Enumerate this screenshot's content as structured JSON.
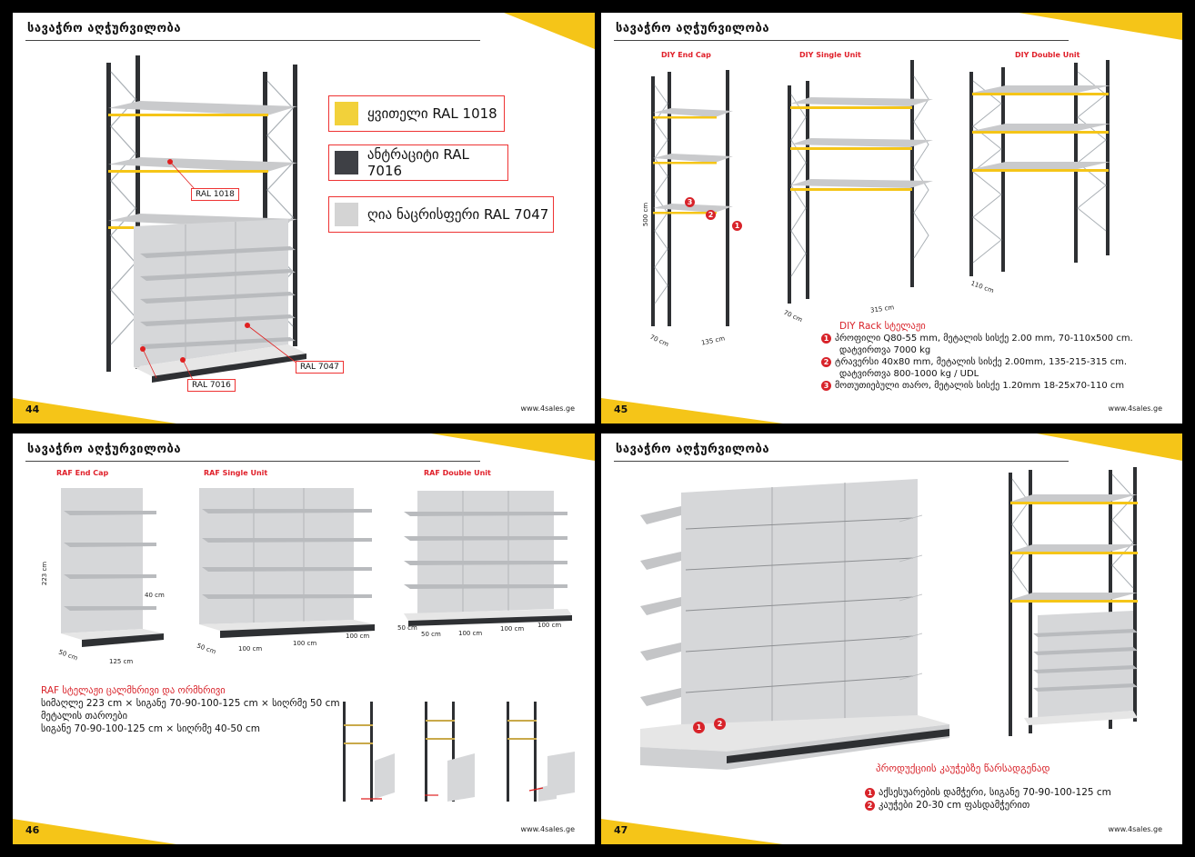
{
  "pages": {
    "p44": {
      "title": "სავაჭრო აღჭურვილობა",
      "page_number": "44",
      "url": "www.4sales.ge",
      "swatches": [
        {
          "label": "ყვითელი RAL 1018",
          "color": "#f2d13a"
        },
        {
          "label": "ანტრაციტი RAL 7016",
          "color": "#3e4045"
        },
        {
          "label": "ღია ნაცრისფერი RAL 7047",
          "color": "#d4d4d4"
        }
      ],
      "tags": [
        "RAL 1018",
        "RAL 7016",
        "RAL 7047"
      ]
    },
    "p45": {
      "title": "სავაჭრო აღჭურვილობა",
      "page_number": "45",
      "url": "www.4sales.ge",
      "unit_labels": [
        "DIY End Cap",
        "DIY Single Unit",
        "DIY Double Unit"
      ],
      "dims": [
        "500 cm",
        "70 cm",
        "135 cm",
        "315 cm",
        "70 cm",
        "110 cm"
      ],
      "spec_title": "DIY Rack სტელაჟი",
      "spec_lines": [
        {
          "num": "1",
          "line1": "პროფილი Q80-55 mm, მეტალის სისქე 2.00 mm, 70-110x500 cm.",
          "line2": "დატვირთვა 7000 kg"
        },
        {
          "num": "2",
          "line1": "ტრავერსი 40x80 mm, მეტალის სისქე 2.00mm, 135-215-315 cm.",
          "line2": "დატვირთვა 800-1000 kg / UDL"
        },
        {
          "num": "3",
          "line1": "მოთუთიებული თარო, მეტალის სისქე 1.20mm 18-25x70-110 cm",
          "line2": ""
        }
      ],
      "callouts": [
        "3",
        "2",
        "1"
      ]
    },
    "p46": {
      "title": "სავაჭრო აღჭურვილობა",
      "page_number": "46",
      "url": "www.4sales.ge",
      "unit_labels": [
        "RAF End Cap",
        "RAF Single Unit",
        "RAF Double Unit"
      ],
      "dims": [
        "223 cm",
        "40 cm",
        "50 cm",
        "125 cm",
        "50 cm",
        "100 cm",
        "100 cm",
        "100 cm",
        "50 cm",
        "50 cm",
        "100 cm",
        "100 cm",
        "100 cm"
      ],
      "desc_title": "RAF სტელაჟი ცალმხრივი და ორმხრივი",
      "desc_lines": [
        "სიმაღლე 223 cm × სიგანე 70-90-100-125 cm × სიღრმე 50 cm",
        "მეტალის თაროები",
        "სიგანე 70-90-100-125 cm × სიღრმე 40-50 cm"
      ]
    },
    "p47": {
      "title": "სავაჭრო აღჭურვილობა",
      "page_number": "47",
      "url": "www.4sales.ge",
      "caption": "პროდუქციის კაუჭებზე წარსადგენად",
      "callouts": [
        "1",
        "2"
      ],
      "lines": [
        {
          "num": "1",
          "text": "აქსესუარების დამჭერი, სიგანე 70-90-100-125 cm"
        },
        {
          "num": "2",
          "text": "კაუჭები 20-30 cm ფასდამჭერით"
        }
      ]
    }
  },
  "colors": {
    "yellow": "#f5c518",
    "accent_red": "#e0202a",
    "frame": "#2e3033",
    "shelf": "#cfd0d2"
  }
}
